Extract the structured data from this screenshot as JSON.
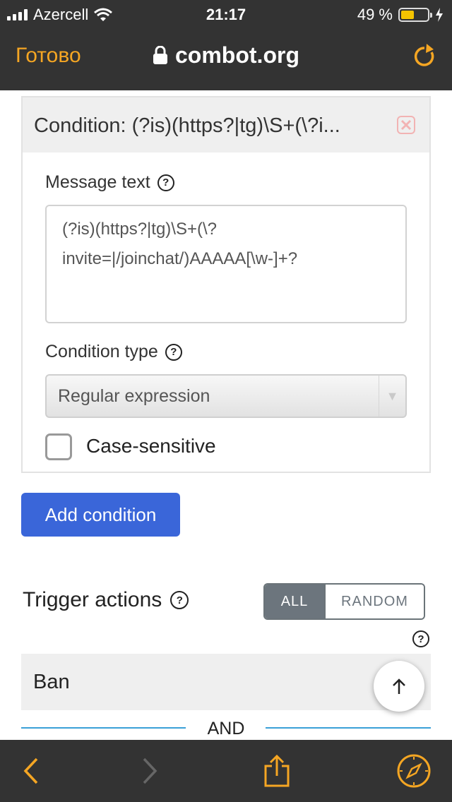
{
  "status": {
    "carrier": "Azercell",
    "time": "21:17",
    "battery": "49 %",
    "battery_level": 0.49
  },
  "nav": {
    "done_label": "Готово",
    "host": "combot.org"
  },
  "condition": {
    "title": "Condition: (?is)(https?|tg)\\S+(\\?i...",
    "message_label": "Message text",
    "message_value": "(?is)(https?|tg)\\S+(\\?\ninvite=|/joinchat/)AAAAA[\\w-]+?",
    "type_label": "Condition type",
    "type_value": "Regular expression",
    "case_label": "Case-sensitive",
    "case_checked": false
  },
  "add_condition_label": "Add condition",
  "trigger": {
    "title": "Trigger actions",
    "toggle_all": "ALL",
    "toggle_random": "RANDOM",
    "selected": "ALL",
    "action": "Ban",
    "separator": "AND"
  },
  "colors": {
    "accent": "#f5a623",
    "primary_button": "#3a66d9",
    "toggle_active": "#6c757d",
    "separator": "#3aa0d8"
  }
}
